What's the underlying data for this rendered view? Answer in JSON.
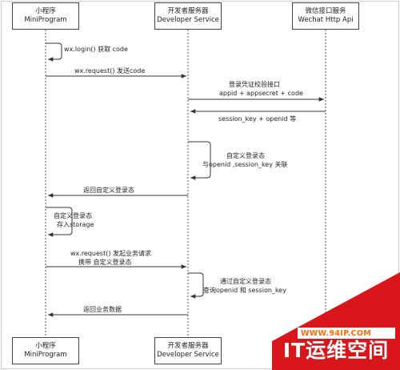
{
  "participants": {
    "miniprogram": {
      "cn": "小程序",
      "en": "MiniProgram"
    },
    "developer": {
      "cn": "开发者服务器",
      "en": "Developer Service"
    },
    "wechat": {
      "cn": "微信接口服务",
      "en": "Wechat Http Api"
    }
  },
  "messages": {
    "login": "wx.login() 获取 code",
    "send_code": "wx.request() 发送code",
    "verify_line1": "登录凭证校验接口",
    "verify_line2": "appid + appsecret + code",
    "session_reply": "session_key + openid 等",
    "custom_state_line1": "自定义登录态",
    "custom_state_line2": "与openid ,session_key 关联",
    "return_state": "返回自定义登录态",
    "store_line1": "自定义登录态",
    "store_line2": "存入storage",
    "biz_request_line1": "wx.request() 发起业务请求",
    "biz_request_line2": "携带 自定义登录态",
    "query_line1": "通过自定义登录态",
    "query_line2": "查询openid 和 session_key",
    "return_data": "返回业务数据"
  },
  "watermark": {
    "url": "WWW.94IP.COM",
    "title": "IT运维空间"
  },
  "colors": {
    "line": "#333333",
    "lifeline": "#555555",
    "frame": "#cccccc",
    "watermark_red": "#d9161b",
    "watermark_orange": "#ff6a00"
  }
}
